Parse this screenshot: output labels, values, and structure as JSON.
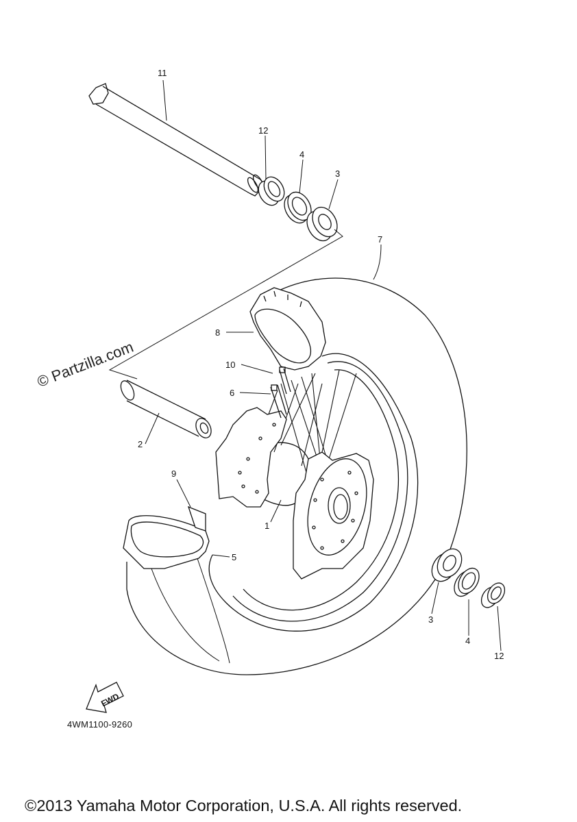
{
  "watermark": "© Partzilla.com",
  "drawing_code": "4WM1100-9260",
  "copyright": "©2013 Yamaha Motor Corporation, U.S.A. All rights reserved.",
  "fwd_label": "FWD",
  "callouts": {
    "c11": "11",
    "c12_top": "12",
    "c4_top": "4",
    "c3_top": "3",
    "c7": "7",
    "c8": "8",
    "c10": "10",
    "c6": "6",
    "c2": "2",
    "c9": "9",
    "c1": "1",
    "c5": "5",
    "c3_bottom": "3",
    "c4_bottom": "4",
    "c12_bottom": "12"
  }
}
